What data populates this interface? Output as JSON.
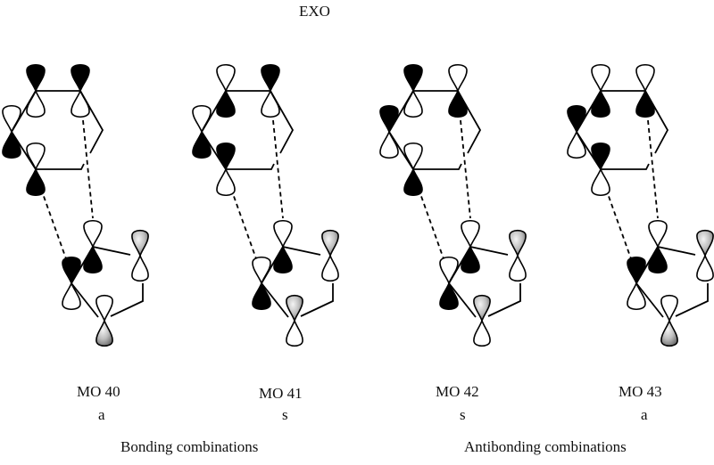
{
  "title": "EXO",
  "colors": {
    "filled": "#000000",
    "open": "#ffffff",
    "gray_light": "#eeeeee",
    "gray_dark": "#8a8a8a",
    "stroke": "#000000"
  },
  "phase_key": {
    "F": "black-filled lobe",
    "O": "open (white) lobe",
    "G": "gray-shaded lobe"
  },
  "orbitals": [
    {
      "name": "MO 40",
      "symmetry": "a",
      "upper_fragment": {
        "top_left": [
          "F",
          "O"
        ],
        "top_right": [
          "F",
          "O"
        ],
        "left": [
          "O",
          "F"
        ],
        "bottom_left": [
          "O",
          "F"
        ]
      },
      "lower_fragment": {
        "top": [
          "O",
          "F"
        ],
        "left": [
          "F",
          "O"
        ],
        "right": [
          "G",
          "O"
        ],
        "bottom": [
          "O",
          "G"
        ]
      }
    },
    {
      "name": "MO 41",
      "symmetry": "s",
      "upper_fragment": {
        "top_left": [
          "O",
          "F"
        ],
        "top_right": [
          "F",
          "O"
        ],
        "left": [
          "O",
          "F"
        ],
        "bottom_left": [
          "F",
          "O"
        ]
      },
      "lower_fragment": {
        "top": [
          "O",
          "F"
        ],
        "left": [
          "O",
          "F"
        ],
        "right": [
          "G",
          "O"
        ],
        "bottom": [
          "G",
          "O"
        ]
      }
    },
    {
      "name": "MO 42",
      "symmetry": "s",
      "upper_fragment": {
        "top_left": [
          "F",
          "O"
        ],
        "top_right": [
          "O",
          "F"
        ],
        "left": [
          "F",
          "O"
        ],
        "bottom_left": [
          "O",
          "F"
        ]
      },
      "lower_fragment": {
        "top": [
          "O",
          "F"
        ],
        "left": [
          "O",
          "F"
        ],
        "right": [
          "G",
          "O"
        ],
        "bottom": [
          "G",
          "O"
        ]
      }
    },
    {
      "name": "MO 43",
      "symmetry": "a",
      "upper_fragment": {
        "top_left": [
          "O",
          "F"
        ],
        "top_right": [
          "O",
          "F"
        ],
        "left": [
          "F",
          "O"
        ],
        "bottom_left": [
          "F",
          "O"
        ]
      },
      "lower_fragment": {
        "top": [
          "O",
          "F"
        ],
        "left": [
          "F",
          "O"
        ],
        "right": [
          "G",
          "O"
        ],
        "bottom": [
          "O",
          "G"
        ]
      }
    }
  ],
  "captions": {
    "bonding": "Bonding combinations",
    "antibonding": "Antibonding combinations"
  }
}
